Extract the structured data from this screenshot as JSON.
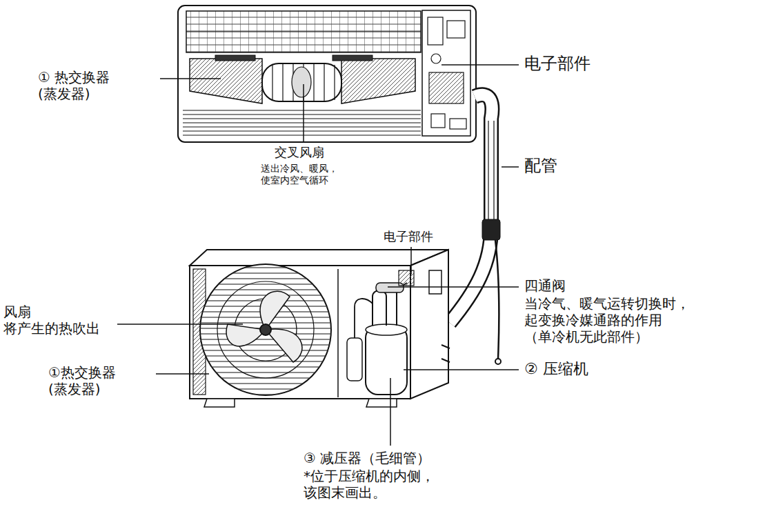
{
  "diagram": {
    "labels": [
      "① 热交换器 (蒸发器)",
      "电子部件",
      "交叉风扇",
      "送出冷风、暖风， 使室内空气循环",
      "配管",
      "电子部件",
      "四通阀",
      "当冷气、暖气运转切换时， 起变换冷媒通路的作用 （单冷机无此部件）",
      "风扇 将产生的热吹出",
      "①热交换器 (蒸发器)",
      "② 压缩机",
      "③ 减压器（毛细管）",
      "*位于压缩机的内侧， 该图末画出。"
    ]
  }
}
